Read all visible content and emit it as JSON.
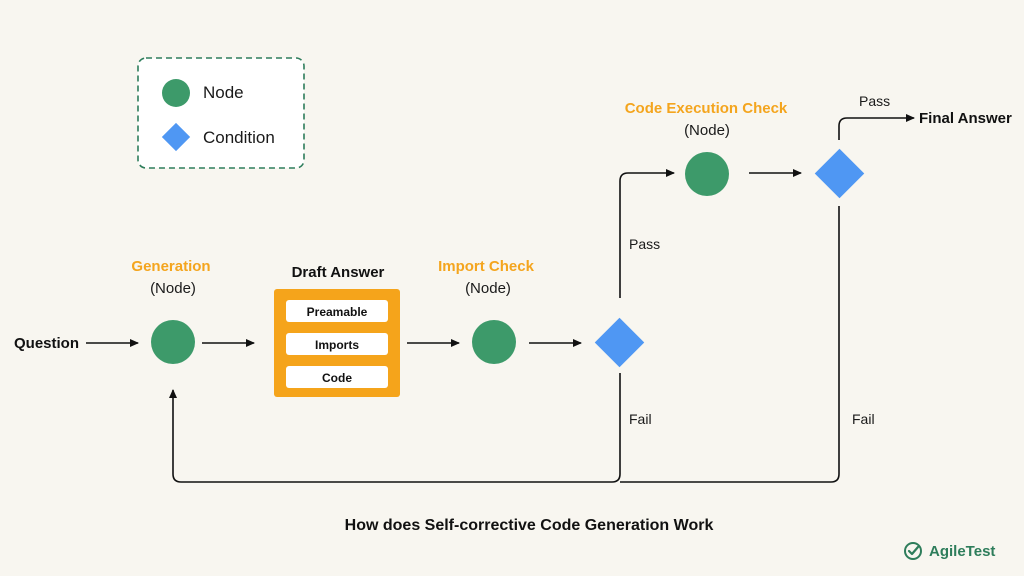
{
  "legend": {
    "node_label": "Node",
    "condition_label": "Condition"
  },
  "question_label": "Question",
  "generation": {
    "title": "Generation",
    "subtitle": "(Node)"
  },
  "draft_answer": {
    "title": "Draft Answer",
    "items": [
      "Preamable",
      "Imports",
      "Code"
    ]
  },
  "import_check": {
    "title": "Import Check",
    "subtitle": "(Node)"
  },
  "code_execution_check": {
    "title": "Code Execution Check",
    "subtitle": "(Node)"
  },
  "edges": {
    "import_pass": "Pass",
    "import_fail": "Fail",
    "exec_pass": "Pass",
    "exec_fail": "Fail"
  },
  "final_answer_label": "Final Answer",
  "caption": "How does Self-corrective Code Generation Work",
  "brand": {
    "name": "AgileTest"
  },
  "colors": {
    "background": "#f8f6f0",
    "node": "#3d9a6a",
    "condition": "#4f97f3",
    "title_orange": "#f4a51e",
    "draft_box": "#f5a41b",
    "brand_green": "#2e7d5b"
  }
}
